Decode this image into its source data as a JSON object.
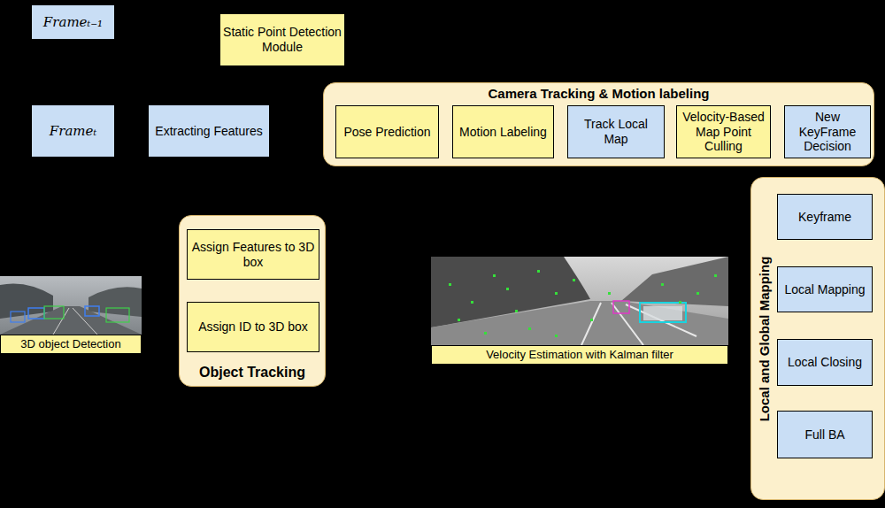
{
  "diagram": {
    "nodes": [
      {
        "text": [
          "Frameₜ₋₁"
        ]
      },
      {
        "text": [
          "Static Point Detection Module"
        ]
      },
      {
        "text": [
          "Frameₜ"
        ]
      },
      {
        "text": [
          "Extracting Features"
        ]
      },
      {
        "text": [
          "Camera Tracking & Motion labeling"
        ]
      },
      {
        "text": [
          "Pose Prediction"
        ],
        "in": 4
      },
      {
        "text": [
          "Motion Labeling"
        ],
        "in": 4
      },
      {
        "text": [
          "Track Local Map"
        ],
        "in": 4
      },
      {
        "text": [
          "Velocity-Based Map Point Culling"
        ],
        "in": 4
      },
      {
        "text": [
          "New KeyFrame Decision"
        ],
        "in": 4
      },
      {
        "text": [
          "Local and Global Mapping"
        ]
      },
      {
        "text": [
          "Keyframe"
        ],
        "in": 10
      },
      {
        "text": [
          "Local Mapping"
        ],
        "in": 10
      },
      {
        "text": [
          "Local Closing"
        ],
        "in": 10
      },
      {
        "text": [
          "Full BA"
        ],
        "in": 10
      },
      {
        "text": [
          "Object Tracking"
        ]
      },
      {
        "text": [
          "Assign Features to 3D box"
        ],
        "in": 15
      },
      {
        "text": [
          "Assign ID to 3D box"
        ],
        "in": 15
      },
      {
        "text": [
          "3D object Detection"
        ]
      },
      {
        "text": [
          "Velocity Estimation with Kalman filter"
        ]
      }
    ],
    "edges": [
      {
        "from": 1,
        "to": 5,
        "arrow": "to"
      },
      {
        "from": 5,
        "to": 6,
        "arrow": "to"
      },
      {
        "from": 6,
        "to": 7,
        "arrow": "to"
      },
      {
        "from": 7,
        "to": 8,
        "arrow": "to"
      },
      {
        "from": 8,
        "to": 9,
        "arrow": "to"
      },
      {
        "from": 9,
        "to": 11,
        "arrow": "to"
      },
      {
        "from": 11,
        "to": 12,
        "arrow": "to"
      },
      {
        "from": 12,
        "to": 13,
        "arrow": "to"
      },
      {
        "from": 13,
        "to": 14,
        "arrow": "to"
      },
      {
        "from": 16,
        "to": 17,
        "arrow": "to"
      }
    ]
  }
}
